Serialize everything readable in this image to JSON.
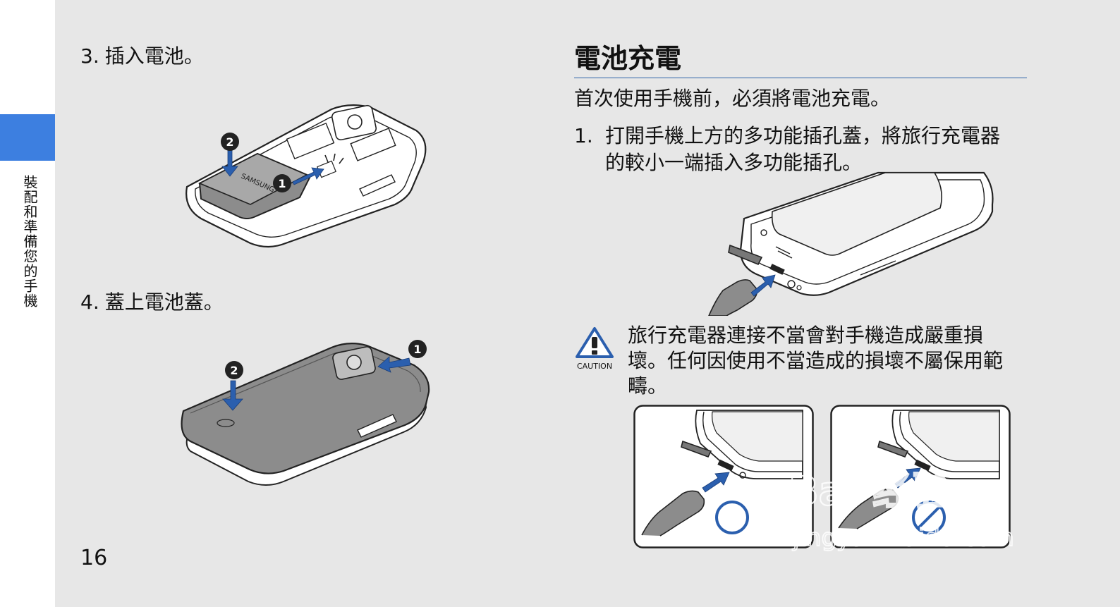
{
  "sidebar": {
    "label": "裝配和準備您的手機"
  },
  "left": {
    "step3": {
      "number": "3.",
      "text": "插入電池。"
    },
    "step4": {
      "number": "4.",
      "text": "蓋上電池蓋。"
    },
    "page_number": "16",
    "battery_brand": "SAMSUNG"
  },
  "right": {
    "title": "電池充電",
    "intro": "首次使用手機前，必須將電池充電。",
    "step1": {
      "number": "1.",
      "text": "打開手機上方的多功能插孔蓋，將旅行充電器的較小一端插入多功能插孔。"
    },
    "caution": {
      "label": "CAUTION",
      "text": "旅行充電器連接不當會對手機造成嚴重損壞。任何因使用不當造成的損壞不屬保用範疇。"
    }
  },
  "watermark": {
    "brand": "Bai 经验",
    "url": "jingyan.baidu.com"
  },
  "colors": {
    "accent": "#3d7fe0",
    "arrow": "#2b5fae",
    "rule": "#2e63a8"
  }
}
